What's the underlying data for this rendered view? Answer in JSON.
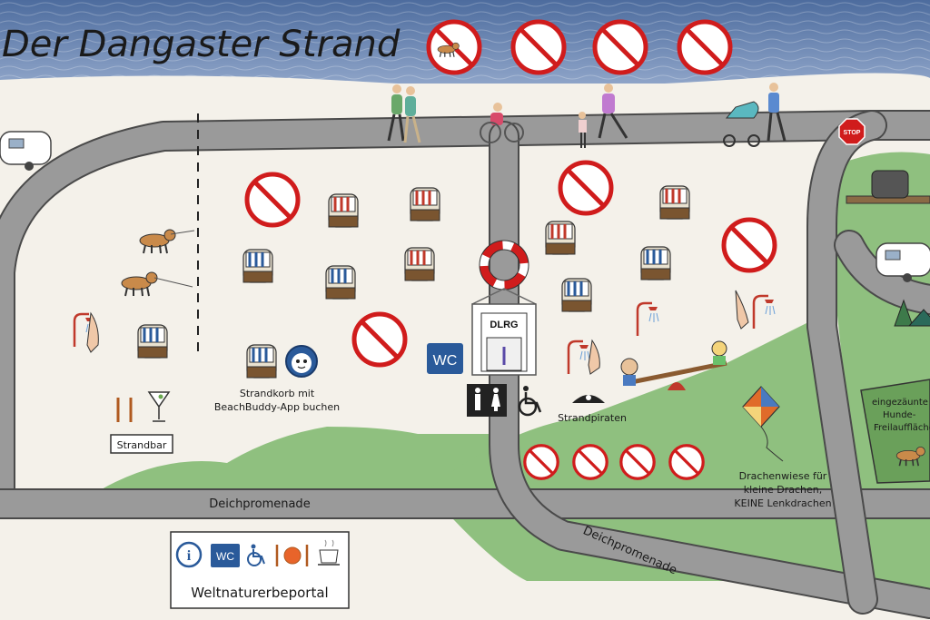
{
  "title": "Der Dangaster Strand",
  "labels": {
    "strandbar": "Strandbar",
    "beachbuddy_line1": "Strandkorb mit",
    "beachbuddy_line2": "BeachBuddy-App buchen",
    "dlrg": "DLRG",
    "wc": "WC",
    "strandpiraten": "Strandpiraten",
    "deichpromenade_left": "Deichpromenade",
    "deichpromenade_right": "Deichpromenade",
    "drachen_line1": "Drachenwiese für",
    "drachen_line2": "kleine Drachen,",
    "drachen_line3": "KEINE Lenkdrachen",
    "hunde_line1": "eingezäunte",
    "hunde_line2": "Hunde-",
    "hunde_line3": "Freilaufflächen",
    "stop": "STOP",
    "portal": "Weltnaturerbeportal",
    "portal_wc": "WC",
    "info_i": "i"
  },
  "colors": {
    "sea": "#5a78a8",
    "sand": "#f4f1ea",
    "path": "#9a9a9a",
    "path_edge": "#4a4a4a",
    "grass": "#8fc07f",
    "prohibit": "#d01c1c",
    "wc_blue": "#2a5a9a"
  },
  "icons": [
    "no-dogs-icon",
    "no-kites-icon",
    "no-bikes-icon",
    "no-fire-icon",
    "beach-chair-icon",
    "shower-icon",
    "lifebuoy-icon",
    "wheelchair-icon",
    "kite-icon",
    "dog-icon",
    "caravan-icon",
    "stop-sign-icon"
  ]
}
